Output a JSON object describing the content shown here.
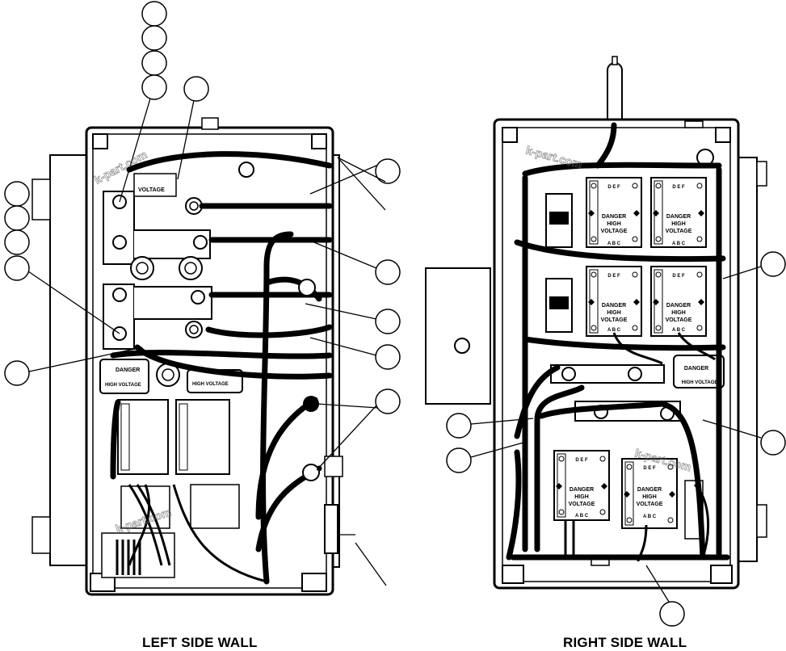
{
  "captions": {
    "left": "LEFT SIDE WALL",
    "right": "RIGHT SIDE WALL"
  },
  "labels": {
    "danger_high_voltage_left": [
      "DANGER",
      "HIGH VOLTAGE",
      "HIGH VOLTAGE"
    ],
    "danger_plates": [
      "DANGER",
      "HIGH",
      "VOLTAGE"
    ],
    "plate_letters_top": "D E F",
    "plate_letters_bottom": "A B C",
    "top_left_plate": "VOLTAGE",
    "right_danger_side": [
      "DANGER",
      "HIGH VOLTAGE"
    ]
  },
  "watermark": "k-part.com"
}
